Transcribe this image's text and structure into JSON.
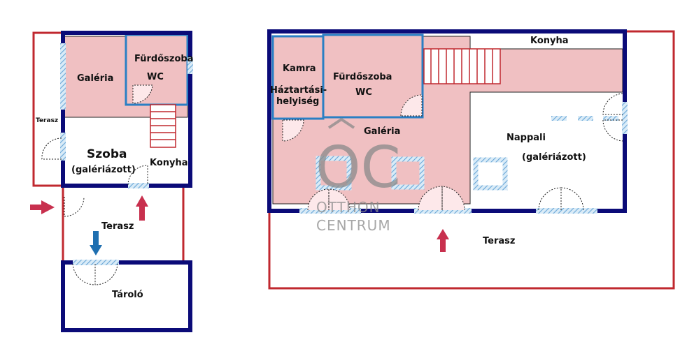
{
  "colors": {
    "wall": "#0b0b78",
    "galeria_fill": "#f0c0c2",
    "terrace_outline": "#c0282f",
    "bathroom_outline": "#2a7fc4",
    "window": "#8cbfe0",
    "stair": "#c0282f",
    "arrow_red": "#c8304e",
    "arrow_blue": "#1f6fb0",
    "watermark": "#8a8a8a"
  },
  "labels": {
    "left": {
      "furdoszoba": "Fürdőszoba",
      "galeria": "Galéria",
      "wc": "WC",
      "terasz_side": "Terasz",
      "szoba": "Szoba",
      "szoba_sub": "(galériázott)",
      "konyha": "Konyha",
      "terasz": "Terasz",
      "tarolo": "Tároló"
    },
    "right": {
      "konyha": "Konyha",
      "kamra": "Kamra",
      "furdoszoba": "Fürdőszoba",
      "haztartasi_1": "Háztartási-",
      "haztartasi_2": "helyiség",
      "wc": "WC",
      "galeria": "Galéria",
      "nappali": "Nappali",
      "nappali_sub": "(galériázott)",
      "terasz": "Terasz"
    }
  },
  "watermark": {
    "logo": "OC",
    "line1": "OTTHON",
    "line2": "CENTRUM"
  },
  "icons": [
    "entrance-arrow-icon",
    "up-arrow-icon",
    "down-arrow-icon"
  ]
}
